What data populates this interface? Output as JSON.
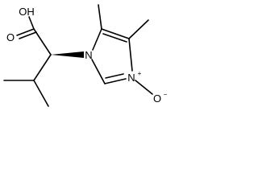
{
  "molecule": {
    "atoms": {
      "hydroxyl": "OH",
      "carbonyl_oxygen": "O",
      "ring_n1": "N",
      "ring_n3": "N",
      "n3_charge": "+",
      "oxide_oxygen": "O",
      "oxide_charge": "−"
    }
  },
  "colors": {
    "ink": "#000000",
    "background": "#ffffff"
  }
}
